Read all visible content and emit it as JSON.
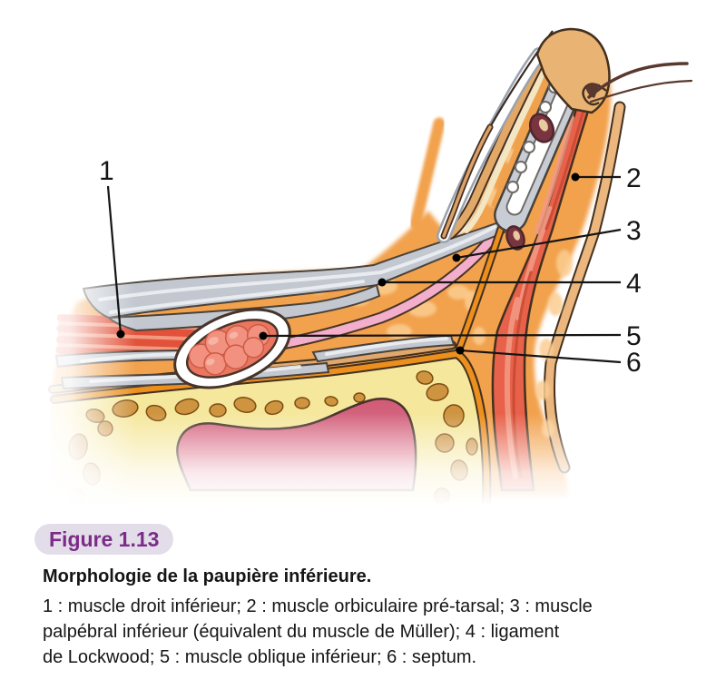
{
  "figure": {
    "badge": "Figure 1.13",
    "title": "Morphologie de la paupière inférieure.",
    "legend_lines": [
      "1 : muscle droit inférieur; 2 : muscle orbiculaire pré-tarsal; 3 : muscle",
      "palpébral inférieur (équivalent du muscle de Müller); 4 : ligament",
      "de Lockwood; 5 : muscle oblique inférieur; 6 : septum."
    ],
    "structures": [
      {
        "number": "1",
        "name": "muscle droit inférieur"
      },
      {
        "number": "2",
        "name": "muscle orbiculaire pré-tarsal"
      },
      {
        "number": "3",
        "name": "muscle palpébral inférieur (équivalent du muscle de Müller)"
      },
      {
        "number": "4",
        "name": "ligament de Lockwood"
      },
      {
        "number": "5",
        "name": "muscle oblique inférieur"
      },
      {
        "number": "6",
        "name": "septum"
      }
    ]
  },
  "colors": {
    "accent_purple": "#7B2C87",
    "badge_bg": "#E3DDE9",
    "fat_orange": "#F2A24E",
    "fat_light": "#FACD90",
    "bone_yellow": "#F5E79C",
    "trabecula_brown": "#CE9440",
    "sinus_pink": "#D95F7B",
    "muscle_red": "#E8614A",
    "fascia_gray": "#C2C7D0",
    "skin_tan": "#EBB77E",
    "palpebral_pink": "#F3AECB",
    "periosteum_orange": "#EC8F1D",
    "text_black": "#151515"
  }
}
